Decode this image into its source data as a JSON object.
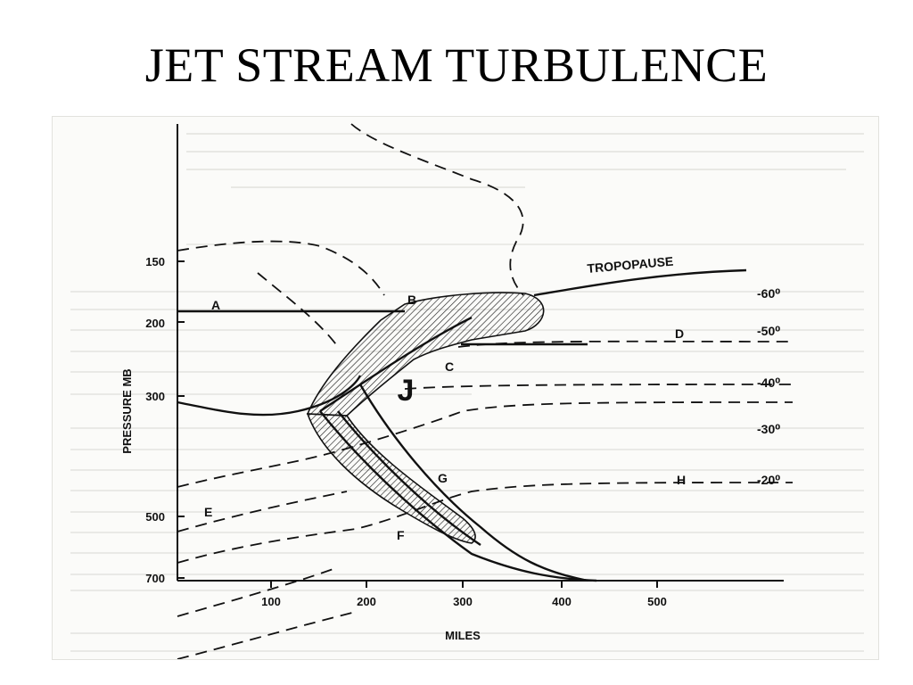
{
  "title": "JET STREAM TURBULENCE",
  "diagram": {
    "y_axis_label": "PRESSURE MB",
    "x_axis_label": "MILES",
    "pressure_ticks": [
      "150",
      "200",
      "300",
      "500",
      "700"
    ],
    "mile_ticks": [
      "100",
      "200",
      "300",
      "400",
      "500"
    ],
    "tropopause_label": "TROPOPAUSE",
    "jet_symbol": "J",
    "region_labels": [
      "A",
      "B",
      "C",
      "D",
      "E",
      "F",
      "G",
      "H"
    ],
    "isotherm_labels": [
      "-60⁰",
      "-50⁰",
      "-40⁰",
      "-30⁰",
      "-20⁰"
    ]
  }
}
